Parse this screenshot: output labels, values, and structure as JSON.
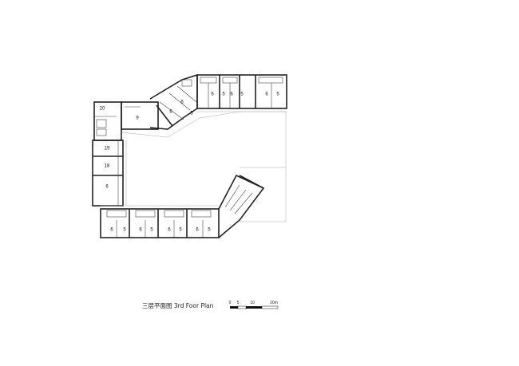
{
  "caption": "三层平面图 3rd Foor Plan",
  "scale_bar": {
    "labels": [
      "0",
      "5",
      "10",
      "20m"
    ]
  },
  "rooms": {
    "north_wing": [
      "6",
      "5",
      "6",
      "5",
      "6",
      "5"
    ],
    "diagonal_upper": [
      "6",
      "6",
      "5"
    ],
    "corner_nw": [
      "20",
      "9"
    ],
    "west_wing": [
      "19",
      "18",
      "6"
    ],
    "south_wing": [
      "6",
      "5",
      "6",
      "5",
      "6",
      "5",
      "6",
      "5"
    ]
  }
}
